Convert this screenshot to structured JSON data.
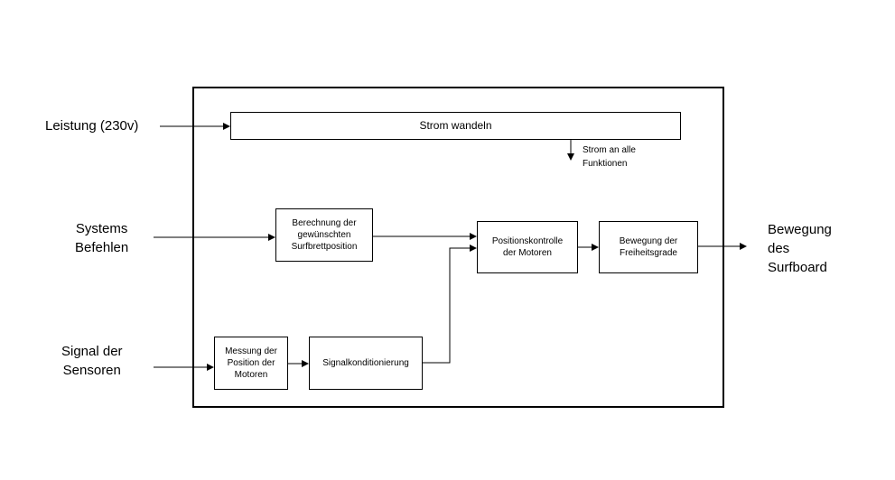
{
  "diagram": {
    "inputs": {
      "power": "Leistung (230v)",
      "system_commands": "Systems\nBefehlen",
      "sensor_signal": "Signal der\nSensoren"
    },
    "output": "Bewegung\ndes\nSurfboard",
    "blocks": {
      "convert_power": "Strom wandeln",
      "calc_position": "Berechnung der\ngewünschten\nSurfbrettposition",
      "position_control": "Positionskontrolle\nder Motoren",
      "dof_motion": "Bewegung der\nFreiheitsgrade",
      "measure_position": "Messung der\nPosition der\nMotoren",
      "signal_conditioning": "Signalkonditionierung"
    },
    "notes": {
      "power_distribution": "Strom  an alle\nFunktionen"
    }
  }
}
